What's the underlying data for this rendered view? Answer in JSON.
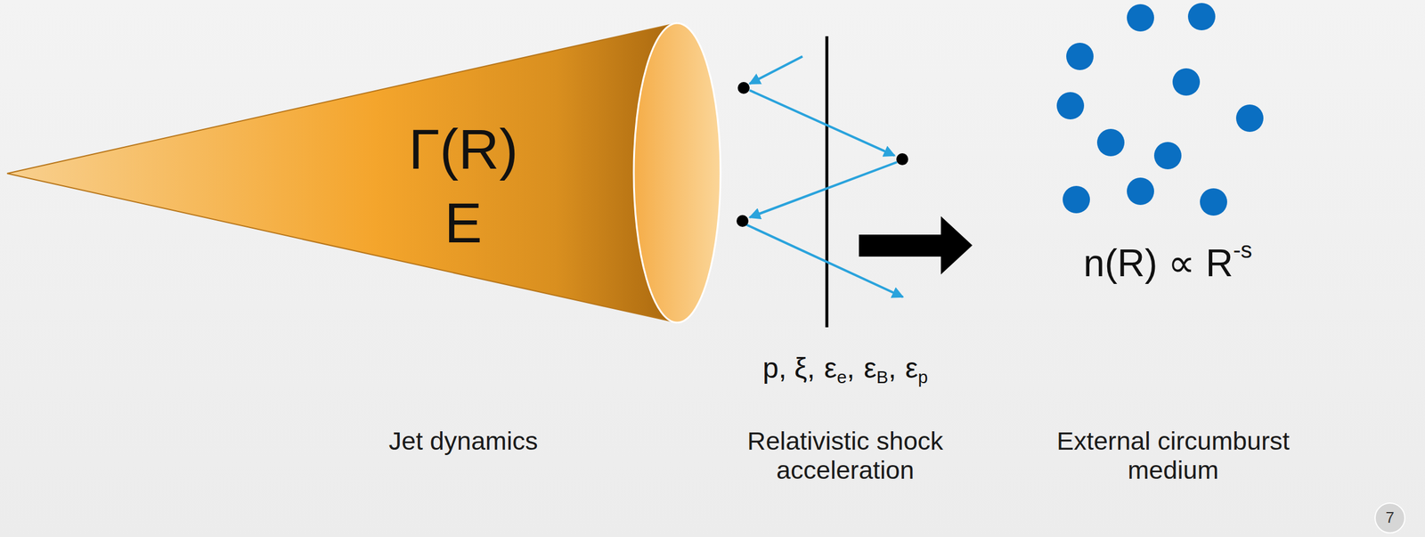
{
  "diagram": {
    "nodes": [
      {
        "text": [
          "Γ(R)",
          "E"
        ]
      }
    ],
    "labels": [
      "p, ξ,",
      "ε",
      "e",
      ",",
      "ε",
      "B",
      ",",
      "ε",
      "p",
      "n(R) ∝ R",
      "-s",
      "Jet dynamics",
      "Relativistic shock acceleration",
      "External circumburst medium",
      "7"
    ]
  }
}
